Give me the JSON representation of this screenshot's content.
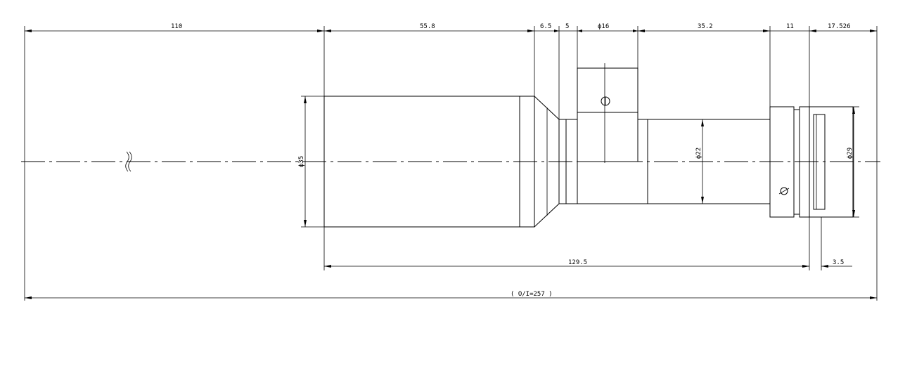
{
  "dimensions": {
    "object_distance": "110",
    "barrel_length": "55.8",
    "taper_length": "6.5",
    "collar_length": "5",
    "mount_diameter": "ϕ16",
    "rear_tube_length": "35.2",
    "rear_collar_length": "11",
    "back_focus": "17.526",
    "front_diameter": "ϕ35",
    "tube_diameter": "ϕ22",
    "rear_diameter": "ϕ29",
    "total_lens_length": "129.5",
    "flange_offset": "3.5",
    "object_to_image": "( O/I=257 )"
  },
  "colors": {
    "line": "#000000",
    "background": "#ffffff"
  }
}
